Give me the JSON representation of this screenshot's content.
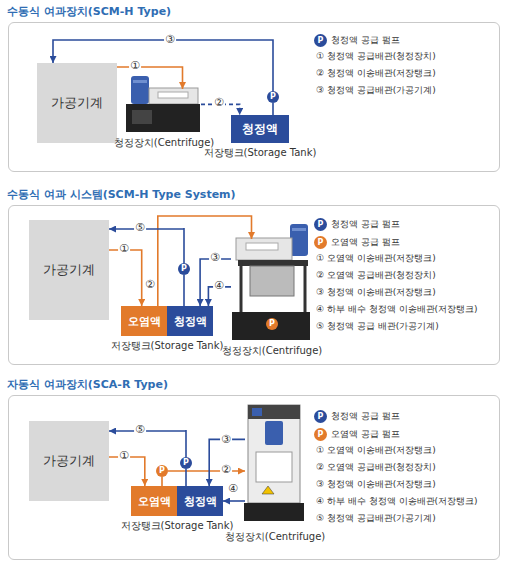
{
  "diagram": {
    "nodes": [
      {
        "text": [
          "수동식 여과장치(SCM-H Type)"
        ]
      },
      {
        "text": [
          "가공기계"
        ],
        "in": 0
      },
      {
        "text": [
          "청정장치(Centrifuge)"
        ],
        "in": 0
      },
      {
        "text": [
          "청정액",
          "저장탱크(Storage Tank)"
        ],
        "in": 0
      },
      {
        "text": [
          "P"
        ],
        "in": 0
      },
      {
        "text": [
          "수동식 여과 시스템(SCM-H Type System)"
        ]
      },
      {
        "text": [
          "가공기계"
        ],
        "in": 5
      },
      {
        "text": [
          "저장탱크(Storage Tank)"
        ],
        "in": 5
      },
      {
        "text": [
          "오염액"
        ],
        "in": 7
      },
      {
        "text": [
          "청정액"
        ],
        "in": 7
      },
      {
        "text": [
          "청정장치(Centrifuge)"
        ],
        "in": 5
      },
      {
        "text": [
          "P"
        ],
        "in": 10
      },
      {
        "text": [
          "P"
        ],
        "in": 5
      },
      {
        "text": [
          "자동식 여과장치(SCA-R Type)"
        ]
      },
      {
        "text": [
          "가공기계"
        ],
        "in": 13
      },
      {
        "text": [
          "저장탱크(Storage Tank)"
        ],
        "in": 13
      },
      {
        "text": [
          "오염액"
        ],
        "in": 15
      },
      {
        "text": [
          "청정액"
        ],
        "in": 15
      },
      {
        "text": [
          "청정장치(Centrifuge)"
        ],
        "in": 13
      },
      {
        "text": [
          "P"
        ],
        "in": 13
      },
      {
        "text": [
          "P"
        ],
        "in": 13
      }
    ],
    "edges": [
      {
        "from": 1,
        "to": 2,
        "label": "①",
        "arrow": "to"
      },
      {
        "from": 2,
        "to": 3,
        "label": "②",
        "arrow": "to"
      },
      {
        "from": 3,
        "to": 4,
        "arrow": "none"
      },
      {
        "from": 4,
        "to": 1,
        "label": "③",
        "arrow": "to"
      },
      {
        "from": 6,
        "to": 8,
        "label": "①",
        "arrow": "to"
      },
      {
        "from": 8,
        "to": 10,
        "label": "②",
        "arrow": "to"
      },
      {
        "from": 10,
        "to": 9,
        "label": "③",
        "arrow": "to"
      },
      {
        "from": 10,
        "to": 9,
        "label": "④",
        "arrow": "to"
      },
      {
        "from": 9,
        "to": 12,
        "arrow": "none"
      },
      {
        "from": 12,
        "to": 6,
        "label": "⑤",
        "arrow": "to"
      },
      {
        "from": 14,
        "to": 16,
        "label": "①",
        "arrow": "to"
      },
      {
        "from": 16,
        "to": 19,
        "arrow": "none"
      },
      {
        "from": 19,
        "to": 18,
        "label": "②",
        "arrow": "to"
      },
      {
        "from": 18,
        "to": 17,
        "label": "③",
        "arrow": "to"
      },
      {
        "from": 18,
        "to": 17,
        "label": "④",
        "arrow": "to"
      },
      {
        "from": 17,
        "to": 20,
        "arrow": "none"
      },
      {
        "from": 20,
        "to": 14,
        "label": "⑤",
        "arrow": "to"
      }
    ],
    "labels": [
      "① 청정액 공급배관(청정장치)",
      "② 청정액 이송배관(저장탱크)",
      "③ 청정액 공급배관(가공기계)",
      "① 오염액 이송배관(저장탱크)",
      "② 오염액 공급배관(청정장치)",
      "③ 청정액 이송배관(저장탱크)",
      "④ 하부 배수 청정액 이송배관(저장탱크)",
      "⑤ 청정액 공급 배관(가공기계)",
      "① 오염액 이송배관(저장탱크)",
      "② 오염액 공급배관(청정장치)",
      "③ 청정액 이송배관(저장탱크)",
      "④ 하부 배수 청정액 이송배관(저장탱크)",
      "⑤ 청정액 공급배관(가공기계)",
      "P",
      "P",
      "P",
      "P",
      "P"
    ],
    "legend": [
      {
        "text": "청정액 공급 펌프",
        "color": "#2b4c9b"
      },
      {
        "text": "청정액 공급 펌프",
        "color": "#2b4c9b"
      },
      {
        "text": "오염액 공급 펌프",
        "color": "#e27a2b"
      },
      {
        "text": "청정액 공급 펌프",
        "color": "#2b4c9b"
      },
      {
        "text": "오염액 공급 펌프",
        "color": "#e27a2b"
      }
    ]
  }
}
